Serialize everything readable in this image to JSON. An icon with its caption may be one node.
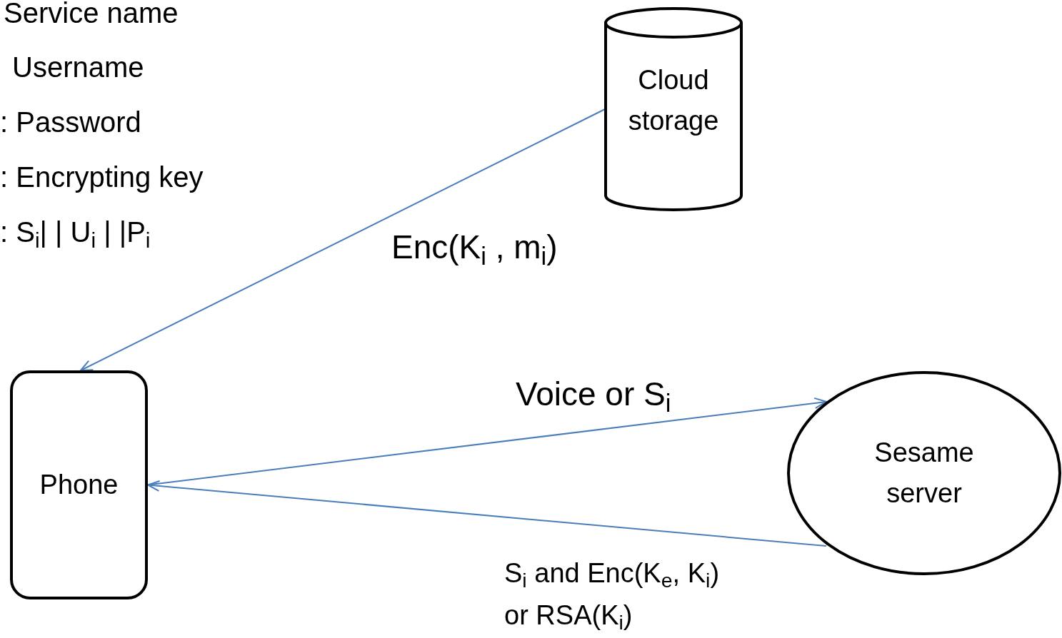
{
  "diagram": {
    "nodes": [
      {
        "text": [
          "Cloud storage"
        ]
      },
      {
        "text": [
          "Phone"
        ]
      },
      {
        "text": [
          "Sesame server"
        ]
      }
    ],
    "edges": [
      {
        "from": 0,
        "to": 1,
        "arrow": "to",
        "label": "Enc(K$_{i}$ , m$_{i}$)"
      },
      {
        "from": 1,
        "to": 2,
        "arrow": "to",
        "label": "Voice or S$_{i}$"
      },
      {
        "from": 2,
        "to": 1,
        "arrow": "to",
        "label": "S$_{i}$ and Enc(K$_{e}$, K$_{i}$) or RSA(K$_{i}$)"
      }
    ],
    "labels": [
      "Service name",
      "Username",
      ": Password",
      ": Encrypting key",
      ": S$_{i}$| | U$_{i}$ | |P$_{i}$"
    ]
  }
}
